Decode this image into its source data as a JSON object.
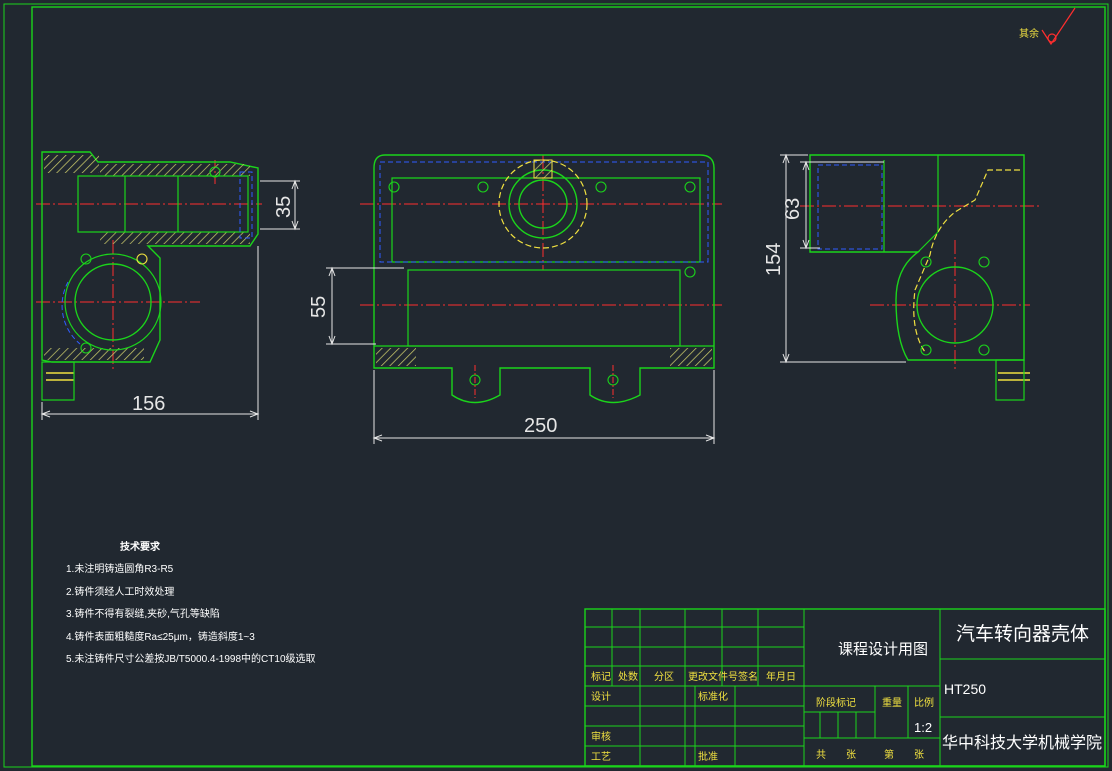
{
  "colors": {
    "background": "#212830",
    "outline": "#1bd41b",
    "hatch": "#c8c86a",
    "centerline": "#ff2e2e",
    "hidden": "#2f5cff",
    "dimension": "#e6e6e6",
    "title_text": "#ffffff",
    "note_text": "#ffffff",
    "yellow": "#f0e040"
  },
  "surface_mark": {
    "text": "其余",
    "icon": "roughness-check-icon"
  },
  "dimensions": {
    "left_width": "156",
    "left_height": "35",
    "front_width": "250",
    "front_height": "55",
    "right_height_total": "154",
    "right_height_top": "63"
  },
  "tech_requirements": {
    "title": "技术要求",
    "items": [
      "1.未注明铸造圆角R3-R5",
      "2.铸件须经人工时效处理",
      "3.铸件不得有裂缝,夹砂,气孔等缺陷",
      "4.铸件表面粗糙度Ra≤25μm，铸造斜度1~3",
      "5.未注铸件尺寸公差按JB/T5000.4-1998中的CT10级选取"
    ]
  },
  "title_block": {
    "drawing_type": "课程设计用图",
    "part_name": "汽车转向器壳体",
    "material": "HT250",
    "school": "华中科技大学机械学院",
    "scale": "1:2",
    "revision_header": [
      "标记",
      "处数",
      "分区",
      "更改文件号",
      "签名",
      "年月日"
    ],
    "design": "设计",
    "standardize": "标准化",
    "review": "审核",
    "process": "工艺",
    "approve": "批准",
    "stage_mark": "阶段标记",
    "weight": "重量",
    "ratio": "比例",
    "total": "共",
    "sheets": "张",
    "sheet_no": "第",
    "sheets2": "张"
  }
}
